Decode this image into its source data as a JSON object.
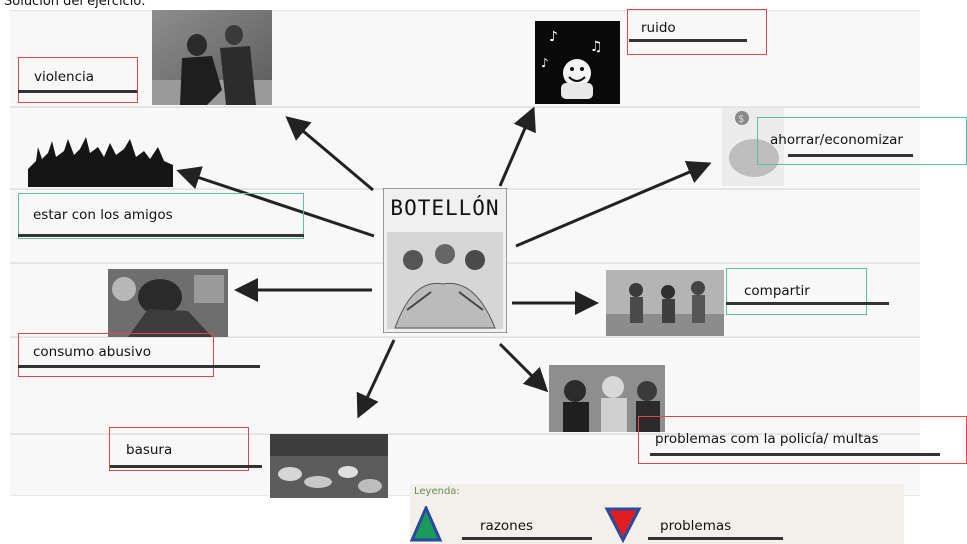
{
  "title": "Solución del ejercicio:",
  "center": {
    "word": "BOTELLÓN"
  },
  "labels": {
    "violencia": "violencia",
    "ruido": "ruido",
    "ahorrar": "ahorrar/economizar",
    "amigos": "estar con los amigos",
    "compartir": "compartir",
    "consumo": "consumo abusivo",
    "basura": "basura",
    "policia": "problemas com la policía/ multas"
  },
  "legend": {
    "title": "Leyenda:",
    "razones": "razones",
    "problemas": "problemas"
  },
  "colors": {
    "razones_box": "#5cc0a6",
    "problemas_box": "#e2464b",
    "triangle_up": "#1a9a5a",
    "triangle_down": "#e01e1e",
    "triangle_border": "#2a4aa0"
  }
}
